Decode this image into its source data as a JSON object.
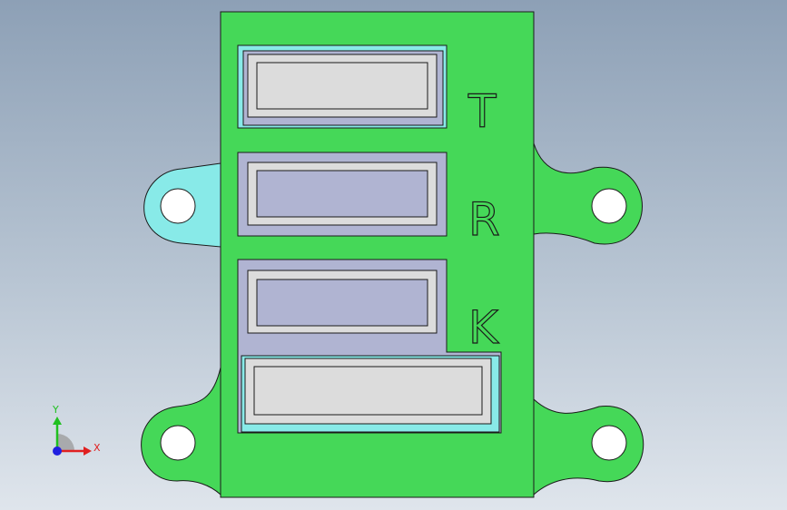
{
  "viewport": {
    "background_top": "#8da0b6",
    "background_bottom": "#dfe5ec"
  },
  "part": {
    "body_color": "#45d858",
    "lug_color": "#45d858",
    "selected_lug_color": "#88eae8",
    "pocket_color": "#b0b4d2",
    "face_color": "#dcdcdc",
    "edge_color": "#1a1a1a",
    "engravings": [
      "T",
      "R",
      "K"
    ]
  },
  "triad": {
    "x_label": "X",
    "y_label": "Y",
    "x_color": "#e02020",
    "y_color": "#20c020",
    "z_color": "#2020e0"
  }
}
